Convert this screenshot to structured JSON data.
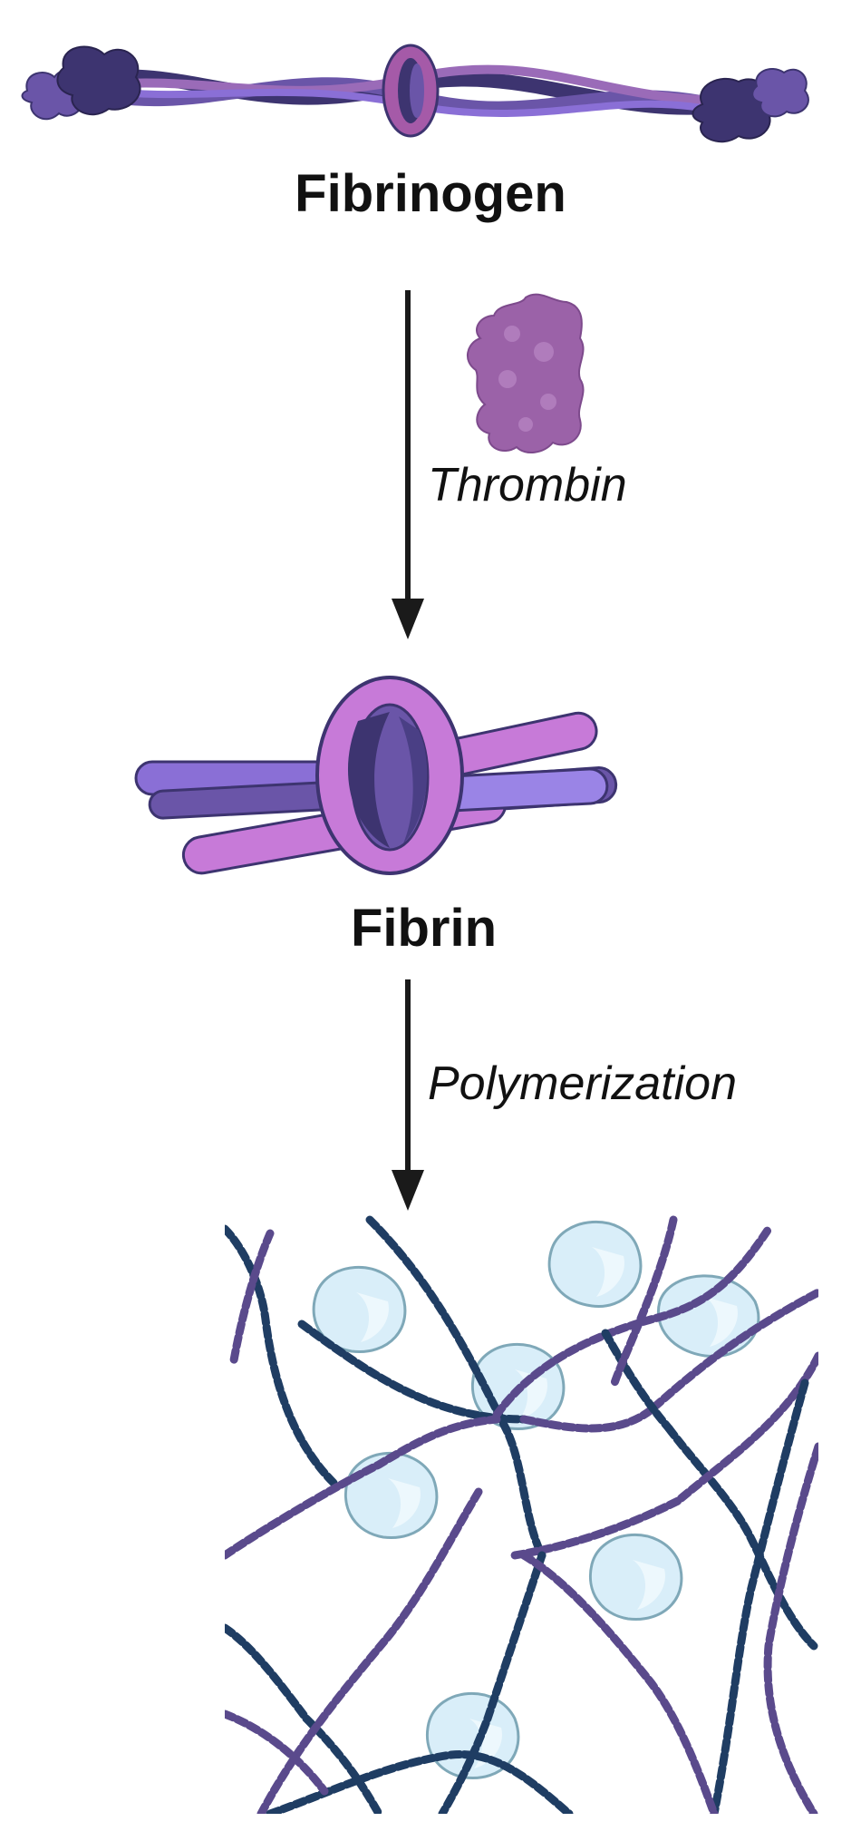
{
  "labels": {
    "fibrinogen": "Fibrinogen",
    "thrombin": "Thrombin",
    "fibrin": "Fibrin",
    "polymerization": "Polymerization"
  },
  "colors": {
    "dark_purple": "#3d3470",
    "mid_purple": "#6a55a8",
    "light_purple": "#9a84e6",
    "pink": "#c77ad8",
    "pink_dark": "#a55aa8",
    "thrombin": "#9b62a8",
    "strand_navy": "#1f3d63",
    "strand_purple": "#5a4a8c",
    "cell_fill": "#d9eef9",
    "cell_stroke": "#7fa8b8",
    "arrow": "#1a1a1a"
  },
  "icons": {
    "fibrinogen": "fibrinogen-molecule-icon",
    "thrombin": "thrombin-enzyme-icon",
    "fibrin": "fibrin-knot-icon",
    "clot": "fibrin-mesh-clot-icon"
  }
}
